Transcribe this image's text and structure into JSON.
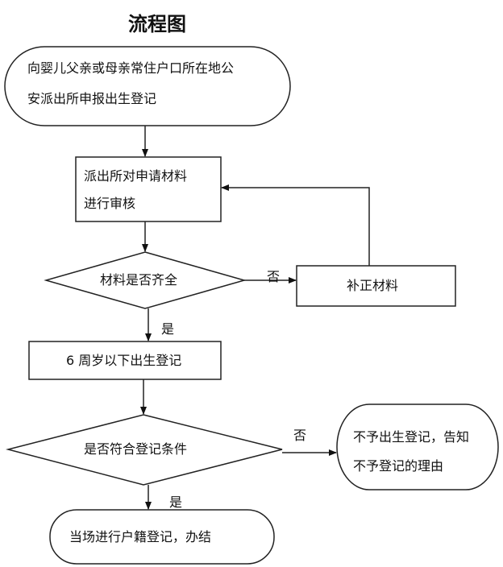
{
  "title": "流程图",
  "nodes": {
    "start": {
      "lines": [
        "向婴儿父亲或母亲常住户口所在地公",
        "安派出所申报出生登记"
      ],
      "shape": "terminal"
    },
    "review": {
      "lines": [
        "派出所对申请材料",
        "进行审核"
      ],
      "shape": "process"
    },
    "materials_complete": {
      "text": "材料是否齐全",
      "shape": "decision"
    },
    "supplement": {
      "text": "补正材料",
      "shape": "process"
    },
    "under6": {
      "text": "6 周岁以下出生登记",
      "shape": "process"
    },
    "meets_conditions": {
      "text": "是否符合登记条件",
      "shape": "decision"
    },
    "reject": {
      "lines": [
        "不予出生登记，告知",
        "不予登记的理由"
      ],
      "shape": "terminal"
    },
    "finish": {
      "text": "当场进行户籍登记，办结",
      "shape": "terminal"
    }
  },
  "edges": {
    "no_1": "否",
    "yes_1": "是",
    "no_2": "否",
    "yes_2": "是"
  }
}
